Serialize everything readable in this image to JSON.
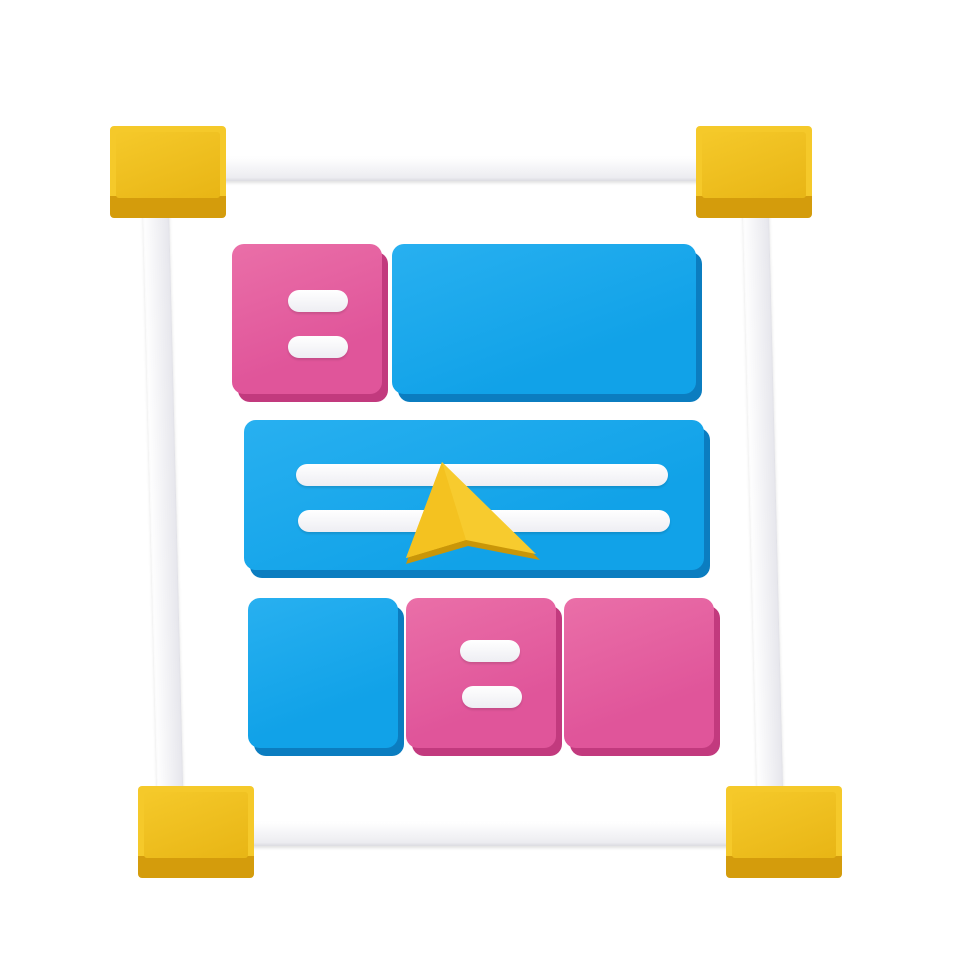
{
  "colors": {
    "pink": "#e0559a",
    "pink_dark": "#c23a7e",
    "blue": "#11a2e8",
    "blue_dark": "#0b7dc0",
    "handle_light": "#f5c92a",
    "handle_mid": "#e8b515",
    "handle_dark": "#d49c0c",
    "frame": "#ffffff"
  },
  "icon": {
    "name": "web-layout-wireframe-icon",
    "parts": [
      "frame-rods",
      "corner-handles",
      "layout-blocks",
      "arrow-cursor-icon"
    ]
  }
}
